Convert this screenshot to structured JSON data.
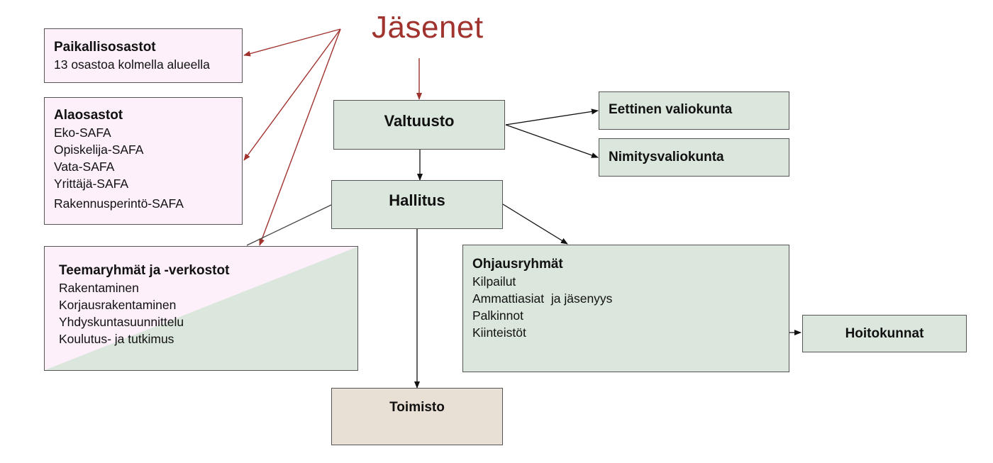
{
  "members": {
    "label": "Jäsenet"
  },
  "council": {
    "label": "Valtuusto"
  },
  "board": {
    "label": "Hallitus"
  },
  "office": {
    "label": "Toimisto"
  },
  "ethics_committee": {
    "label": "Eettinen valiokunta"
  },
  "nomination_committee": {
    "label": "Nimitysvaliokunta"
  },
  "local_branches": {
    "title": "Paikallisosastot",
    "lines": [
      "13 osastoa kolmella alueella"
    ]
  },
  "sub_branches": {
    "title": "Alaosastot",
    "lines": [
      "Eko-SAFA",
      "Opiskelija-SAFA",
      "Vata-SAFA",
      "Yrittäjä-SAFA",
      "Rakennusperintö-SAFA"
    ]
  },
  "theme_groups": {
    "title": "Teemaryhmät ja -verkostot",
    "lines": [
      "Rakentaminen",
      "Korjausrakentaminen",
      "Yhdyskuntasuunnittelu",
      "Koulutus- ja tutkimus"
    ]
  },
  "steering_groups": {
    "title": "Ohjausryhmät",
    "lines": [
      "Kilpailut",
      "Ammattiasiat  ja jäsenyys",
      "Palkinnot",
      "Kiinteistöt"
    ]
  },
  "maintenance": {
    "label": "Hoitokunnat"
  },
  "colors": {
    "members_text": "#a0332e",
    "members_arrows": "#a0332e",
    "box_green": "#dbe6dc",
    "box_pink": "#fdf0fb",
    "box_tan": "#e8e0d5",
    "arrow_dark": "#111111"
  }
}
